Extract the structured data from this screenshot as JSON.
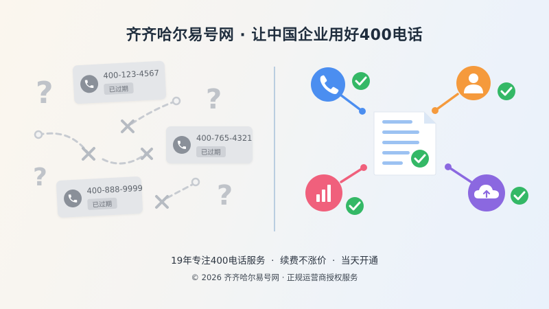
{
  "header": {
    "title": "齐齐哈尔易号网 · 让中国企业用好400电话"
  },
  "expired_numbers": [
    {
      "number": "400-123-4567",
      "status": "已过期"
    },
    {
      "number": "400-765-4321",
      "status": "已过期"
    },
    {
      "number": "400-888-9999",
      "status": "已过期"
    }
  ],
  "footer": {
    "features": "19年专注400电话服务  ·  续费不涨价  ·  当天开通",
    "copyright": "© 2026 齐齐哈尔易号网 · 正规运营商授权服务"
  },
  "colors": {
    "phone_node": "#4b8ef0",
    "user_node": "#f59a3c",
    "chart_node": "#f0607c",
    "cloud_node": "#8b68e0",
    "check": "#34b866",
    "expired_gray": "#8a9099"
  },
  "icons": [
    "question-icon",
    "cross-icon",
    "phone-icon",
    "user-icon",
    "bar-chart-icon",
    "cloud-upload-icon",
    "check-icon",
    "document-icon"
  ]
}
